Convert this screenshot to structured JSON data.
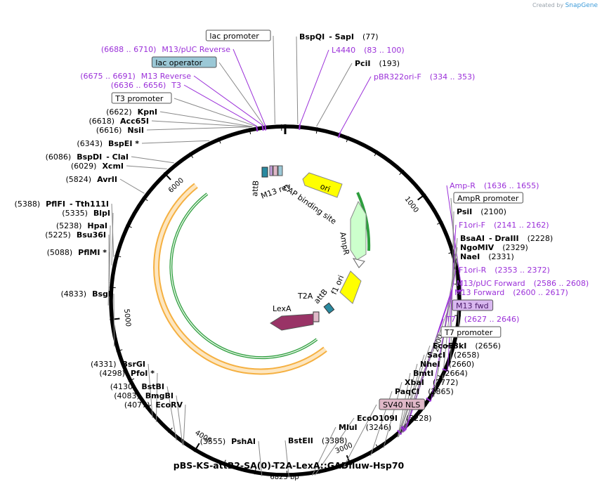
{
  "credit": {
    "prefix": "Created by",
    "brand": "SnapGene"
  },
  "plasmid": {
    "name": "pBS-KS-attB2-SA(0)-T2A-LexA::GADfluw-Hsp70",
    "length": "6823 bp"
  },
  "ticks": [
    "1000",
    "2000",
    "3000",
    "4000",
    "5000",
    "6000"
  ],
  "right_labels": [
    {
      "name": "BspQI",
      "extra": "- SapI",
      "pos": "(77)",
      "kind": "enzyme"
    },
    {
      "name": "L4440",
      "pos": "(83 .. 100)",
      "kind": "primer"
    },
    {
      "name": "PciI",
      "pos": "(193)",
      "kind": "enzyme"
    },
    {
      "name": "pBR322ori-F",
      "pos": "(334 .. 353)",
      "kind": "primer"
    },
    {
      "name": "Amp-R",
      "pos": "(1636 .. 1655)",
      "kind": "primer"
    },
    {
      "name": "AmpR promoter",
      "kind": "box"
    },
    {
      "name": "PsiI",
      "pos": "(2100)",
      "kind": "enzyme"
    },
    {
      "name": "F1ori-F",
      "pos": "(2141 .. 2162)",
      "kind": "primer"
    },
    {
      "name": "BsaAI",
      "extra": "- DraIII",
      "pos": "(2228)",
      "kind": "enzyme"
    },
    {
      "name": "NgoMIV",
      "pos": "(2329)",
      "kind": "enzyme"
    },
    {
      "name": "NaeI",
      "pos": "(2331)",
      "kind": "enzyme"
    },
    {
      "name": "F1ori-R",
      "pos": "(2353 .. 2372)",
      "kind": "primer"
    },
    {
      "name": "M13/pUC Forward",
      "pos": "(2586 .. 2608)",
      "kind": "primer"
    },
    {
      "name": "M13 Forward",
      "pos": "(2600 .. 2617)",
      "kind": "primer"
    },
    {
      "name": "M13 fwd",
      "kind": "box-purple"
    },
    {
      "name": "T7",
      "pos": "(2627 .. 2646)",
      "kind": "primer"
    },
    {
      "name": "T7 promoter",
      "kind": "box"
    },
    {
      "name": "Eco53kI",
      "pos": "(2656)",
      "kind": "enzyme"
    },
    {
      "name": "SacI",
      "pos": "(2658)",
      "kind": "enzyme"
    },
    {
      "name": "NheI",
      "pos": "(2660)",
      "kind": "enzyme"
    },
    {
      "name": "BmtI",
      "pos": "(2664)",
      "kind": "enzyme"
    },
    {
      "name": "XbaI",
      "pos": "(2772)",
      "kind": "enzyme"
    },
    {
      "name": "PaqCI",
      "pos": "(2865)",
      "kind": "enzyme"
    },
    {
      "name": "SV40 NLS",
      "kind": "box-pink"
    },
    {
      "name": "EcoO109I",
      "pos": "(3228)",
      "kind": "enzyme"
    },
    {
      "name": "MluI",
      "pos": "(3246)",
      "kind": "enzyme"
    },
    {
      "name": "BstEII",
      "pos": "(3388)",
      "kind": "enzyme"
    }
  ],
  "left_labels": [
    {
      "name": "lac promoter",
      "kind": "box"
    },
    {
      "name": "M13/pUC Reverse",
      "pos": "(6688 .. 6710)",
      "kind": "primer"
    },
    {
      "name": "lac operator",
      "kind": "box-teal"
    },
    {
      "name": "M13 Reverse",
      "pos": "(6675 .. 6691)",
      "kind": "primer"
    },
    {
      "name": "T3",
      "pos": "(6636 .. 6656)",
      "kind": "primer"
    },
    {
      "name": "T3 promoter",
      "kind": "box"
    },
    {
      "name": "KpnI",
      "pos": "(6622)",
      "kind": "enzyme"
    },
    {
      "name": "Acc65I",
      "pos": "(6618)",
      "kind": "enzyme"
    },
    {
      "name": "NsiI",
      "pos": "(6616)",
      "kind": "enzyme"
    },
    {
      "name": "BspEI *",
      "pos": "(6343)",
      "kind": "enzyme"
    },
    {
      "name": "BspDI",
      "extra": "- ClaI",
      "pos": "(6086)",
      "kind": "enzyme"
    },
    {
      "name": "XcmI",
      "pos": "(6029)",
      "kind": "enzyme"
    },
    {
      "name": "AvrII",
      "pos": "(5824)",
      "kind": "enzyme"
    },
    {
      "name": "PflFI",
      "extra": "- Tth111I",
      "pos": "(5388)",
      "kind": "enzyme"
    },
    {
      "name": "BlpI",
      "pos": "(5335)",
      "kind": "enzyme"
    },
    {
      "name": "HpaI",
      "pos": "(5238)",
      "kind": "enzyme"
    },
    {
      "name": "Bsu36I",
      "pos": "(5225)",
      "kind": "enzyme"
    },
    {
      "name": "PflMI *",
      "pos": "(5088)",
      "kind": "enzyme"
    },
    {
      "name": "BsgI",
      "pos": "(4833)",
      "kind": "enzyme"
    },
    {
      "name": "BsrGI",
      "pos": "(4331)",
      "kind": "enzyme"
    },
    {
      "name": "PfoI *",
      "pos": "(4298)",
      "kind": "enzyme"
    },
    {
      "name": "BstBI",
      "pos": "(4130)",
      "kind": "enzyme"
    },
    {
      "name": "BmgBI",
      "pos": "(4083)",
      "kind": "enzyme"
    },
    {
      "name": "EcoRV",
      "pos": "(4077)",
      "kind": "enzyme"
    },
    {
      "name": "PshAI",
      "pos": "(3555)",
      "kind": "enzyme"
    }
  ],
  "features": [
    "ori",
    "CAP binding site",
    "AmpR",
    "f1 ori",
    "attB",
    "T2A",
    "LexA",
    "attB",
    "M13 rev"
  ],
  "colors": {
    "primer": "#9b30d9",
    "ori": "#ffff00",
    "ampr": "#ccffcc",
    "lexa": "#993366",
    "orange": "#f5b041",
    "green": "#2e9e3e",
    "teal": "#9bc8d6",
    "pink": "#e0b8c8",
    "purple_box": "#d9b8f0"
  }
}
